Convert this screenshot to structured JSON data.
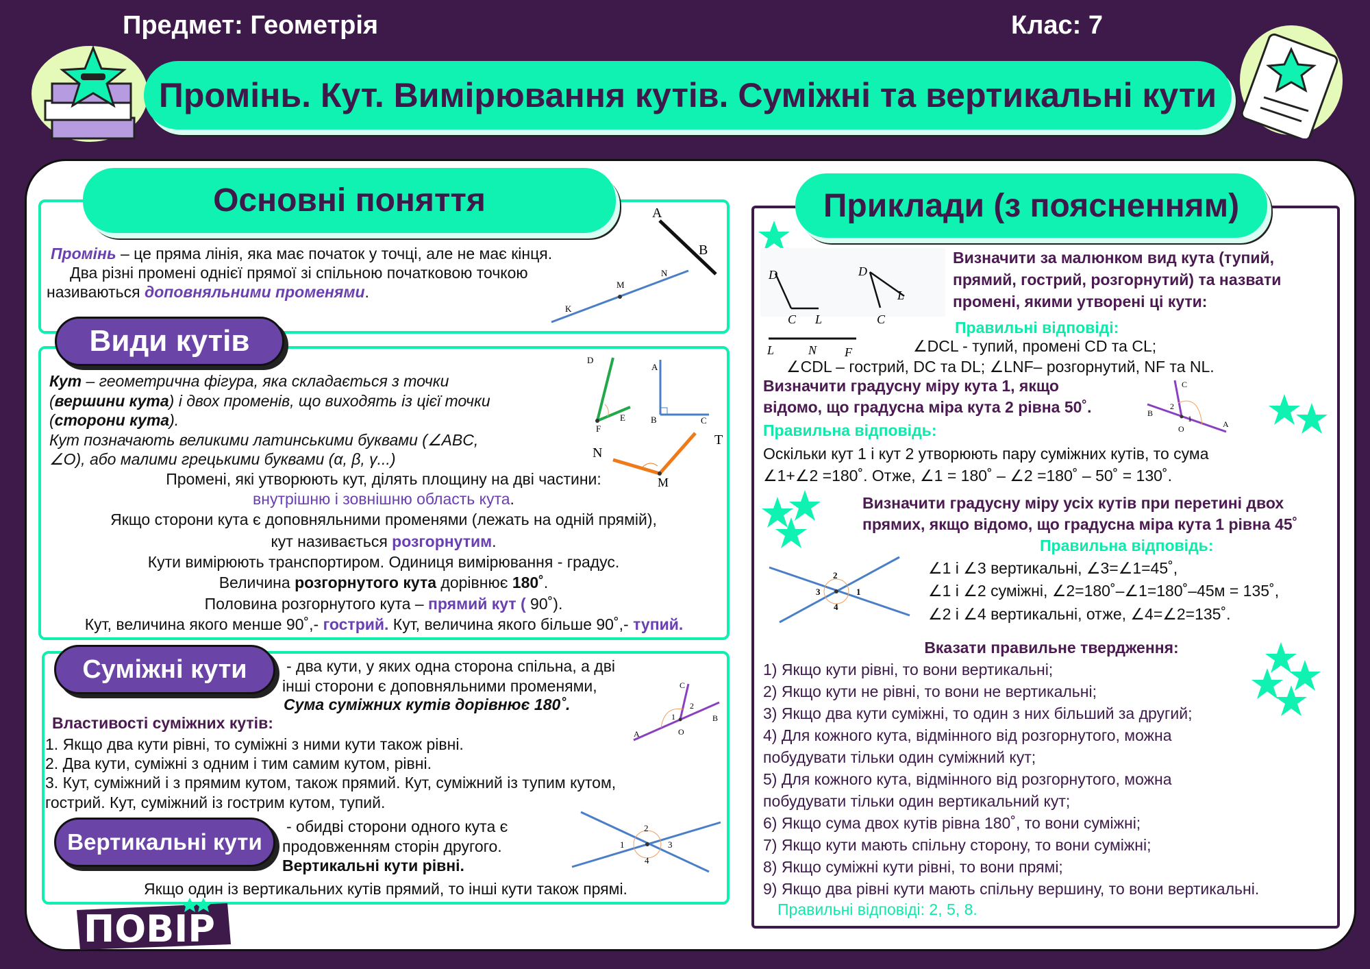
{
  "header": {
    "subject": "Предмет: Геометрія",
    "grade": "Клас:  7",
    "title": "Промінь. Кут. Вимірювання кутів. Суміжні та вертикальні кути"
  },
  "basics": {
    "heading": "Основні поняття",
    "ray_term": "Промінь",
    "ray_def": " – це пряма лінія, яка має початок у точці, але не має кінця.",
    "line2": "Два різні промені однієї прямої зі спільною початковою точкою",
    "line3_a": "називаються ",
    "line3_term": "доповняльними променями",
    "line3_end": ".",
    "fig_labels": {
      "a": "A",
      "b": "B",
      "k": "K",
      "m": "M",
      "n": "N"
    }
  },
  "angle_types": {
    "heading": "Види кутів",
    "l1_term": "Кут",
    "l1": " – геометрична фігура, яка складається з точки",
    "l2_open": "(",
    "l2_term": "вершини кута",
    "l2": ") і двох променів, що виходять із цієї точки",
    "l3_term": "сторони кута",
    "l3_end": ").",
    "l4": "Кут позначають великими латинськими буквами (∠ABC,",
    "l5": "∠O), або малими грецькими буквами (α, β, γ...)",
    "l6": "Промені, які утворюють кут, ділять площину на дві частини:",
    "l7": "внутрішню і зовнішню область кута",
    "l7_end": ".",
    "l8": "Якщо сторони кута є доповняльними променями (лежать на одній прямій),",
    "l9_a": "кут називається ",
    "l9_term": "розгорнутим",
    "l9_end": ".",
    "l10": "Кути вимірюють транспортиром. Одиниця вимірювання - градус.",
    "l11_a": "Величина ",
    "l11_term": "розгорнутого кута",
    "l11_b": " дорівнює ",
    "l11_val": "180˚",
    "l11_end": ".",
    "l12_a": "Половина розгорнутого кута – ",
    "l12_term": "прямий кут (",
    "l12_end": " 90˚).",
    "l13_a": "Кут, величина якого менше 90˚,- ",
    "l13_t1": "гострий.",
    "l13_b": " Кут, величина якого більше 90˚,- ",
    "l13_t2": "тупий.",
    "fig_labels": {
      "d": "D",
      "e": "E",
      "f": "F",
      "a": "A",
      "b": "B",
      "c": "C",
      "n": "N",
      "t": "T",
      "m": "M"
    }
  },
  "adjacent": {
    "heading": "Суміжні кути",
    "d1": "- два кути, у яких одна сторона спільна, а дві",
    "d2": "інші сторони є доповняльними променями,",
    "d3": "Сума суміжних кутів дорівнює 180˚.",
    "props_title": "Властивості суміжних кутів:",
    "p1": "1. Якщо два кути рівні, то суміжні з ними кути також рівні.",
    "p2": "2. Два кути, суміжні з одним і тим самим кутом, рівні.",
    "p3a": "3. Кут, суміжний і з прямим кутом, також прямий. Кут, суміжний із тупим кутом,",
    "p3b": "гострий. Кут, суміжний із гострим кутом, тупий.",
    "fig_labels": {
      "c": "C",
      "n1": "1",
      "n2": "2",
      "a": "A",
      "o": "O",
      "b": "B"
    }
  },
  "vertical": {
    "heading": "Вертикальні кути",
    "d1": "-  обидві сторони одного кута є",
    "d2": "продовженням сторін другого.",
    "d3": "Вертикальні кути рівні.",
    "d4": "Якщо один із вертикальних кутів прямий, то інші кути також прямі.",
    "fig_labels": {
      "n1": "1",
      "n2": "2",
      "n3": "3",
      "n4": "4"
    }
  },
  "examples": {
    "heading": "Приклади (з поясненням)",
    "q1": [
      "Визначити за малюнком вид кута (тупий,",
      "прямий, гострий, розгорнутий) та назвати",
      "промені, якими утворені ці кути:"
    ],
    "a1_title": "Правильні відповіді:",
    "a1": [
      "∠DCL - тупий, промені CD та CL;",
      "∠CDL – гострий, DC та DL;  ∠LNF– розгорнутий,  NF та NL."
    ],
    "fig1_labels": {
      "d": "D",
      "c": "C",
      "l": "L",
      "n": "N",
      "f": "F"
    },
    "q2": [
      "Визначити градусну міру кута 1, якщо",
      "відомо, що градусна міра кута 2 рівна 50˚."
    ],
    "a2_title": "Правильна відповідь:",
    "a2": [
      "Оскільки кут 1 і кут 2 утворюють пару суміжних кутів, то сума",
      "∠1+∠2 =180˚. Отже,  ∠1 = 180˚ – ∠2 =180˚ – 50˚ = 130˚."
    ],
    "fig2_labels": {
      "c": "C",
      "b": "B",
      "o": "O",
      "a": "A",
      "n1": "1",
      "n2": "2"
    },
    "q3": [
      "Визначити градусну міру усіх кутів при перетині двох",
      "прямих, якщо відомо, що градусна міра кута 1 рівна 45˚"
    ],
    "a3_title": "Правильна відповідь:",
    "a3": [
      "∠1 і ∠3 вертикальні, ∠3=∠1=45˚,",
      "∠1 і ∠2 суміжні,  ∠2=180˚–∠1=180˚–45м = 135˚,",
      "∠2 і ∠4 вертикальні, отже, ∠4=∠2=135˚."
    ],
    "q4_title": "Вказати правильне твердження:",
    "q4_items": [
      "1)  Якщо кути рівні, то вони вертикальні;",
      "2)  Якщо кути не рівні, то вони не вертикальні;",
      "3)  Якщо два кути суміжні, то один з них більший за другий;",
      "4)  Для кожного кута, відмінного від розгорнутого, можна",
      "побудувати тільки один суміжний кут;",
      "5)  Для кожного кута, відмінного від розгорнутого, можна",
      "побудувати тільки один вертикальний кут;",
      "6)  Якщо сума двох кутів рівна 180˚, то вони суміжні;",
      "7)  Якщо кути мають спільну сторону, то вони суміжні;",
      "8)  Якщо суміжні кути рівні, то вони прямі;",
      "9)  Якщо два рівні кути мають спільну вершину, то вони вертикальні."
    ],
    "a4": "Правильні відповіді: 2, 5, 8."
  },
  "logo": {
    "text": "ПОВІР"
  },
  "colors": {
    "background": "#3e1a4b",
    "mint": "#0ff2b2",
    "purple": "#6a44a6",
    "highlight": "#6a3fb0"
  }
}
